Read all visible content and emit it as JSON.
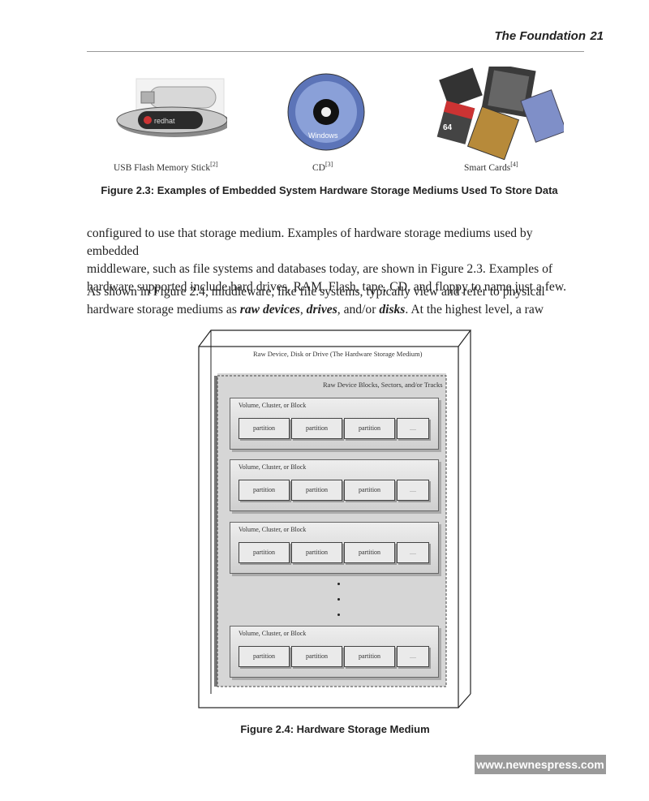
{
  "header": {
    "section_title": "The Foundation",
    "page_number": "21"
  },
  "figure_2_3": {
    "items": [
      {
        "label": "USB Flash Memory Stick",
        "ref": "[2]",
        "image_text": "redhat"
      },
      {
        "label": "CD",
        "ref": "[3]",
        "image_text": "Windows"
      },
      {
        "label": "Smart Cards",
        "ref": "[4]",
        "image_text": "64"
      }
    ],
    "caption": "Figure 2.3: Examples of Embedded System Hardware Storage Mediums Used To Store Data"
  },
  "body": {
    "para1_lines": [
      "configured to use that storage medium. Examples of hardware storage mediums used by embedded",
      "middleware, such as file systems and databases today, are shown in Figure 2.3. Examples of",
      "hardware supported include hard drives, RAM, Flash, tape, CD, and floppy to name just a few."
    ],
    "para2_line1": "As shown in Figure 2.4, middleware, like file systems, typically view and refer to physical",
    "para2_line2": {
      "pre": "hardware storage mediums as ",
      "term1": "raw devices",
      "sep1": ", ",
      "term2": "drives",
      "sep2": ", and/or ",
      "term3": "disks",
      "post": ". At the highest level, a raw"
    }
  },
  "figure_2_4": {
    "outer_label": "Raw Device, Disk or Drive (The Hardware Storage Medium)",
    "inner_label": "Raw Device Blocks, Sectors, and/or Tracks",
    "volume_label": "Volume, Cluster, or Block",
    "partition_label": "partition",
    "more_label": "....",
    "caption": "Figure 2.4: Hardware Storage Medium"
  },
  "watermark": "www.newnespress.com"
}
